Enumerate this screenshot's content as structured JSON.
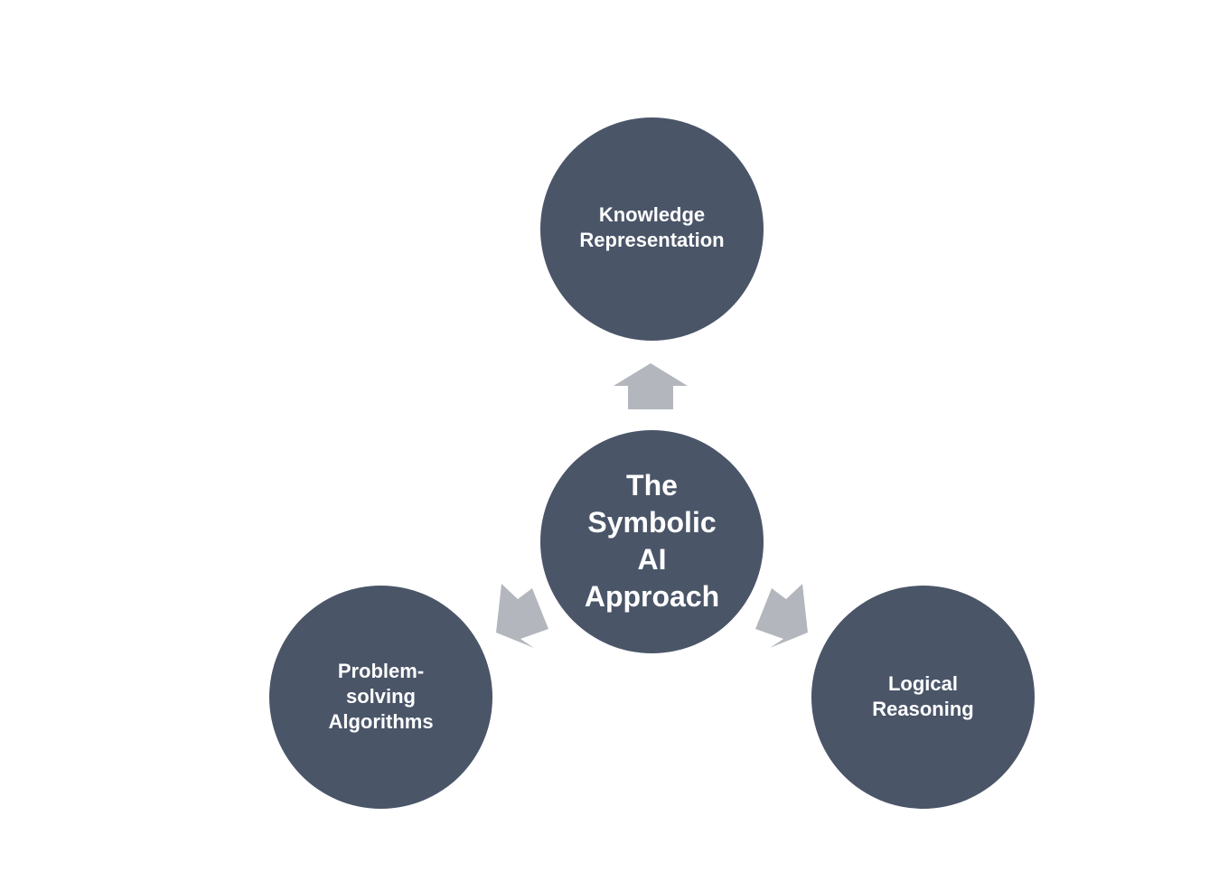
{
  "colors": {
    "node_fill": "#4a5568",
    "arrow_fill": "#b3b7bd",
    "text": "#ffffff",
    "background": "#ffffff"
  },
  "center": {
    "lines": [
      "The",
      "Symbolic",
      "AI",
      "Approach"
    ]
  },
  "nodes": {
    "top": {
      "lines": [
        "Knowledge",
        "Representation"
      ]
    },
    "left": {
      "lines": [
        "Problem-",
        "solving",
        "Algorithms"
      ]
    },
    "right": {
      "lines": [
        "Logical",
        "Reasoning"
      ]
    }
  }
}
